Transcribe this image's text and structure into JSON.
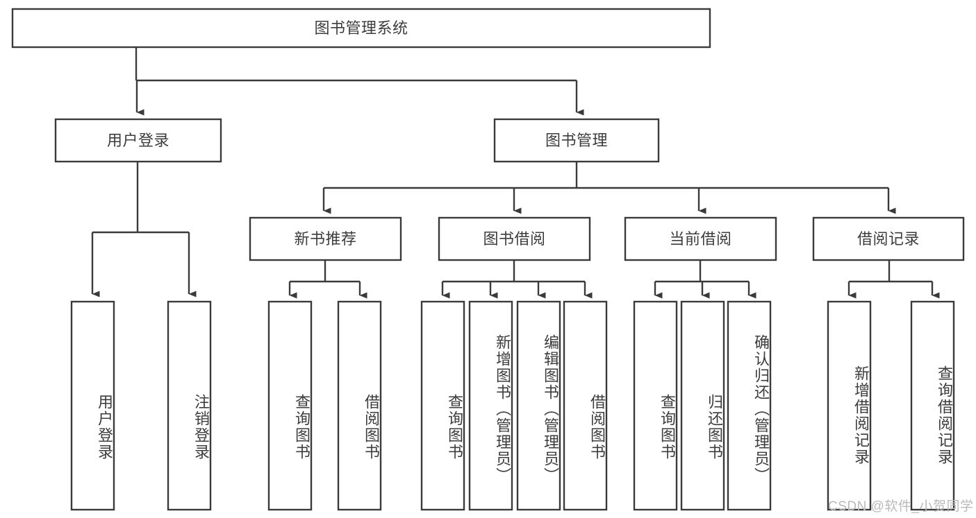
{
  "diagram": {
    "type": "hierarchy-tree",
    "title": "图书管理系统",
    "orientation": "top-down",
    "colors": {
      "stroke": "#3a3a3a",
      "box_fill": "#ffffff",
      "text": "#3c3c3c",
      "background": "#ffffff",
      "watermark": "#b9b9b9"
    },
    "root": {
      "label": "图书管理系统"
    },
    "level2": [
      {
        "label": "用户登录"
      },
      {
        "label": "图书管理"
      }
    ],
    "level3": [
      {
        "label": "新书推荐"
      },
      {
        "label": "图书借阅"
      },
      {
        "label": "当前借阅"
      },
      {
        "label": "借阅记录"
      }
    ],
    "leaves": {
      "user_login": [
        {
          "label": "用户登录"
        },
        {
          "label": "注销登录"
        }
      ],
      "new_book_recommend": [
        {
          "label": "查询图书"
        },
        {
          "label": "借阅图书"
        }
      ],
      "book_borrow": [
        {
          "label": "查询图书"
        },
        {
          "label": "新增图书（管理员）"
        },
        {
          "label": "编辑图书（管理员）"
        },
        {
          "label": "借阅图书"
        }
      ],
      "current_borrow": [
        {
          "label": "查询图书"
        },
        {
          "label": "归还图书"
        },
        {
          "label": "确认归还（管理员）"
        }
      ],
      "borrow_record": [
        {
          "label": "新增借阅记录"
        },
        {
          "label": "查询借阅记录"
        }
      ]
    }
  },
  "watermark": {
    "text": "CSDN @软件_小贺同学"
  }
}
